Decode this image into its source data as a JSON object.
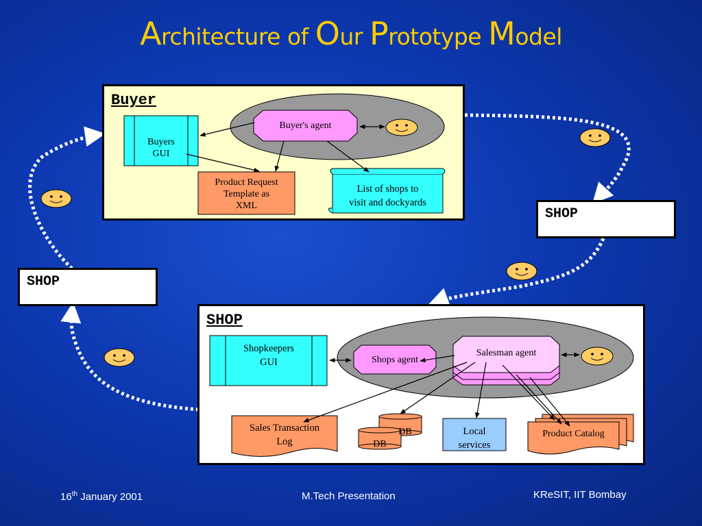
{
  "title": {
    "parts": [
      {
        "cap": "A",
        "rest": "rchitecture of "
      },
      {
        "cap": "O",
        "rest": "ur "
      },
      {
        "cap": "P",
        "rest": "rototype "
      },
      {
        "cap": "M",
        "rest": "odel"
      }
    ]
  },
  "buyer_panel": {
    "title": "Buyer",
    "buyer_agent": "Buyer's agent",
    "buyers_gui": [
      "Buyers",
      "GUI"
    ],
    "product_request": [
      "Product Request",
      "Template as",
      "XML"
    ],
    "shops_list": [
      "List of  shops to",
      "visit and dockyards"
    ]
  },
  "shop_boxes": {
    "right_label": "SHOP",
    "left_label": "SHOP"
  },
  "shop_panel": {
    "title": "SHOP",
    "shopkeepers_gui": [
      "Shopkeepers",
      "GUI"
    ],
    "shops_agent": "Shops agent",
    "salesman_agent": "Salesman agent",
    "sales_log": [
      "Sales Transaction",
      "Log"
    ],
    "db_back": "DB",
    "db_front": "DB",
    "local_services": [
      "Local",
      "services"
    ],
    "product_catalog": "Product Catalog"
  },
  "footer": {
    "date_day": "16",
    "date_sup": "th",
    "date_rest": " January 2001",
    "center": "M.Tech Presentation",
    "right": "KReSIT, IIT Bombay"
  },
  "colors": {
    "title": "#ffcc00",
    "agent_pink": "#ff99ff",
    "gui_cyan": "#33ffff",
    "salmon": "#ff9966",
    "buyer_panel_bg": "#ffffcc",
    "smiley": "#ffcc66",
    "local_services_blue": "#99ccff",
    "ellipse_grey": "#999999"
  },
  "icons": [
    "smiley-face-icon"
  ]
}
